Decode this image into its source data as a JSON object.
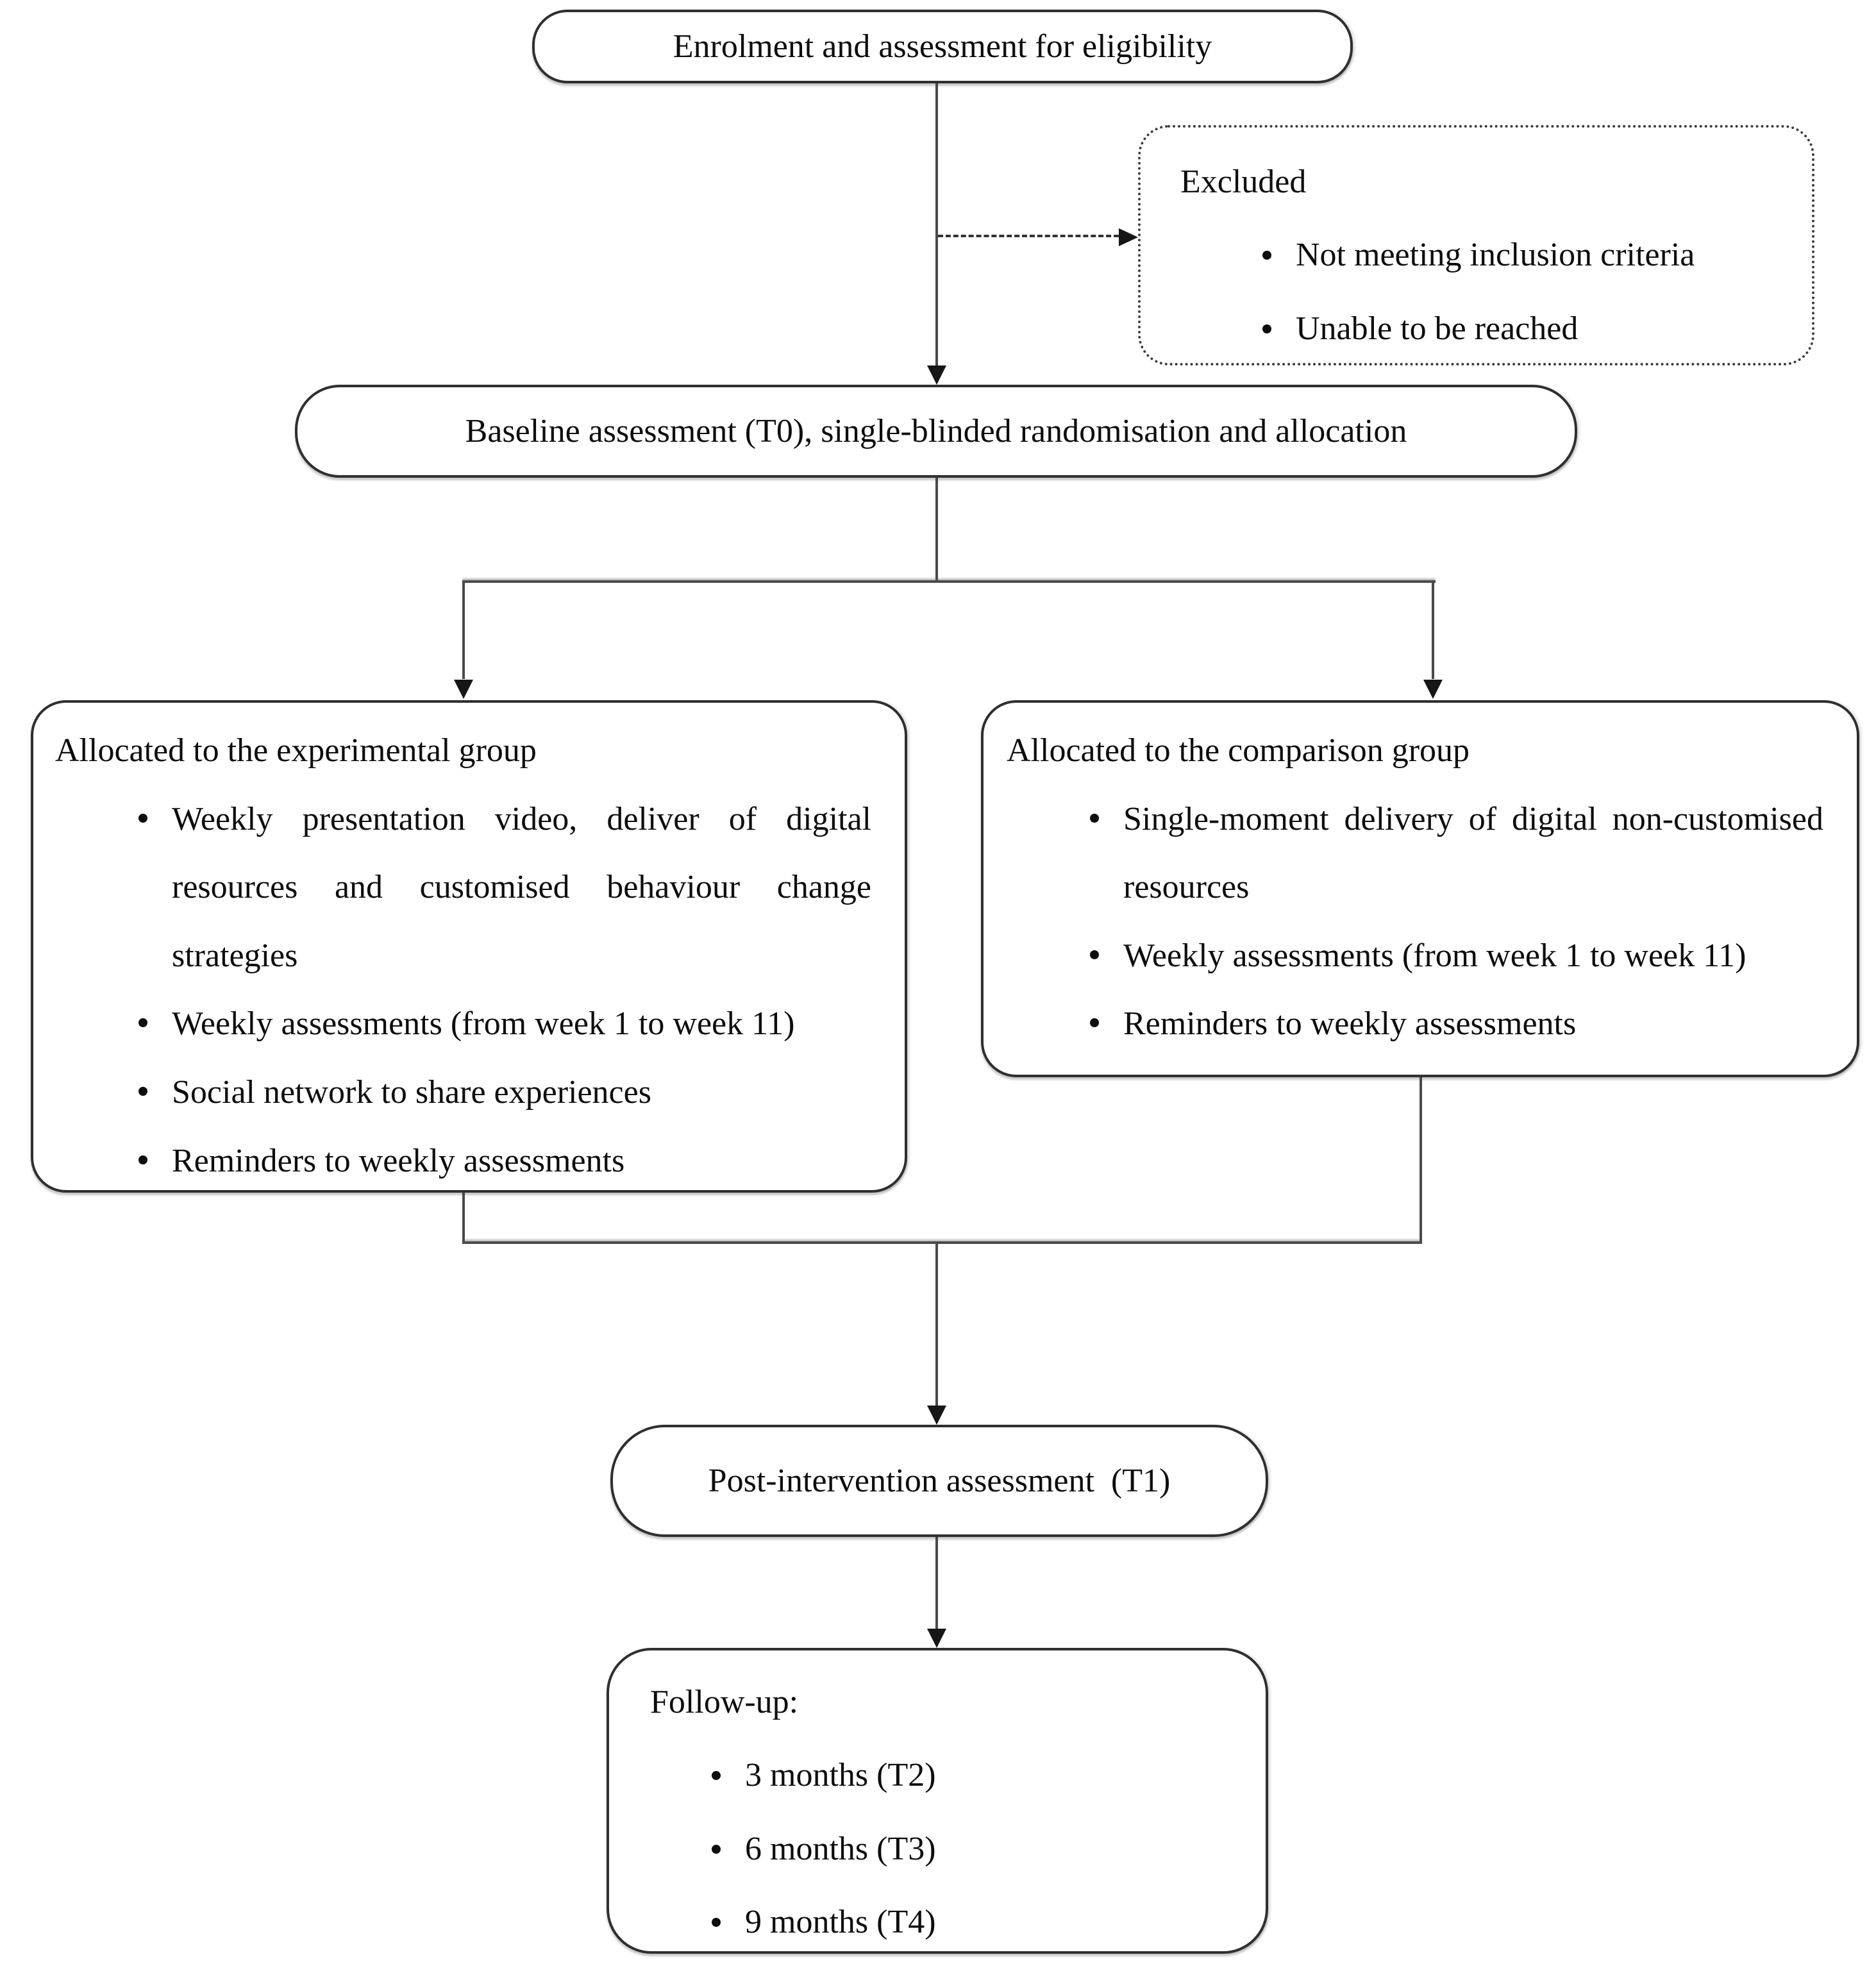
{
  "nodes": {
    "enrolment": {
      "text": "Enrolment and assessment for eligibility"
    },
    "excluded": {
      "title": "Excluded",
      "bullets": [
        "Not meeting inclusion criteria",
        "Unable to be reached"
      ]
    },
    "baseline": {
      "text": "Baseline assessment (T0), single-blinded randomisation and allocation"
    },
    "experimental": {
      "title": "Allocated to the experimental group",
      "bullets": [
        "Weekly presentation video, deliver of digital resources and customised behaviour change strategies",
        "Weekly assessments (from week 1 to week 11)",
        "Social network to share experiences",
        "Reminders to weekly assessments"
      ]
    },
    "comparison": {
      "title": "Allocated to the comparison group",
      "bullets": [
        "Single-moment delivery of digital non-customised resources",
        "Weekly assessments (from week 1 to week 11)",
        "Reminders to weekly assessments"
      ]
    },
    "post": {
      "text": "Post-intervention assessment  (T1)"
    },
    "followup": {
      "title": "Follow-up:",
      "bullets": [
        "3 months (T2)",
        "6 months (T3)",
        "9 months (T4)"
      ]
    }
  },
  "icons": {
    "bullet-icon": "•",
    "arrow-down-icon": "▼",
    "arrow-right-icon": "►"
  },
  "colors": {
    "bg": "#ffffff",
    "text": "#0d0d0d",
    "line": "#4a4a4a",
    "border": "#2f2f2f"
  }
}
